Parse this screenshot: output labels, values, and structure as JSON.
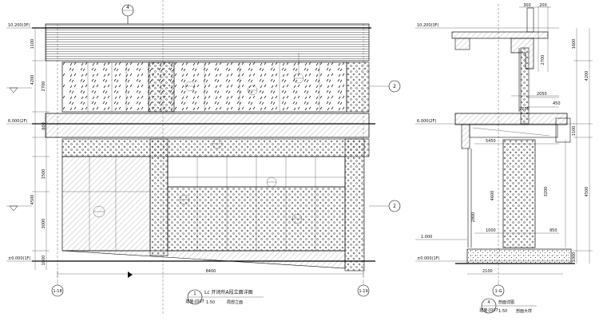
{
  "elevation": {
    "levels": [
      "10.200(3F)",
      "6.000(2F)",
      "±0.000(1F)"
    ],
    "left_dims": [
      "1100",
      "2700",
      "4200",
      "600",
      "1500",
      "4500",
      "3000",
      "1000"
    ],
    "bottom_dim": "8400",
    "axis_left": "1-18",
    "axis_right": "1-19",
    "top_callout": "4",
    "side_callouts": [
      "2",
      "2"
    ],
    "title_num": "1",
    "title_text": "Lc 开闭所A段立面详图",
    "title_ref": "建施-JD07",
    "title_scale": "1:50",
    "title_note": "局部立面"
  },
  "section": {
    "levels": [
      "10.200(3F)",
      "6.000(2F)",
      "1.000",
      "±0.000(1F)"
    ],
    "right_dims": [
      "1600",
      "4200",
      "1100",
      "4500",
      "1000"
    ],
    "top_dims": [
      "300",
      "200"
    ],
    "mid_dims": [
      "2050",
      "450",
      "2700",
      "2250"
    ],
    "lower_dims": [
      "5450",
      "4600",
      "3200",
      "2800",
      "1000",
      "950"
    ],
    "bottom_dim": "2100",
    "axis": "1-G",
    "title_num": "4",
    "title_text": "剖面详图",
    "title_ref": "建施-JD07",
    "title_scale": "1:50",
    "title_note": "剖面大样"
  },
  "colors": {
    "line": "#111111",
    "paper": "#ffffff"
  }
}
